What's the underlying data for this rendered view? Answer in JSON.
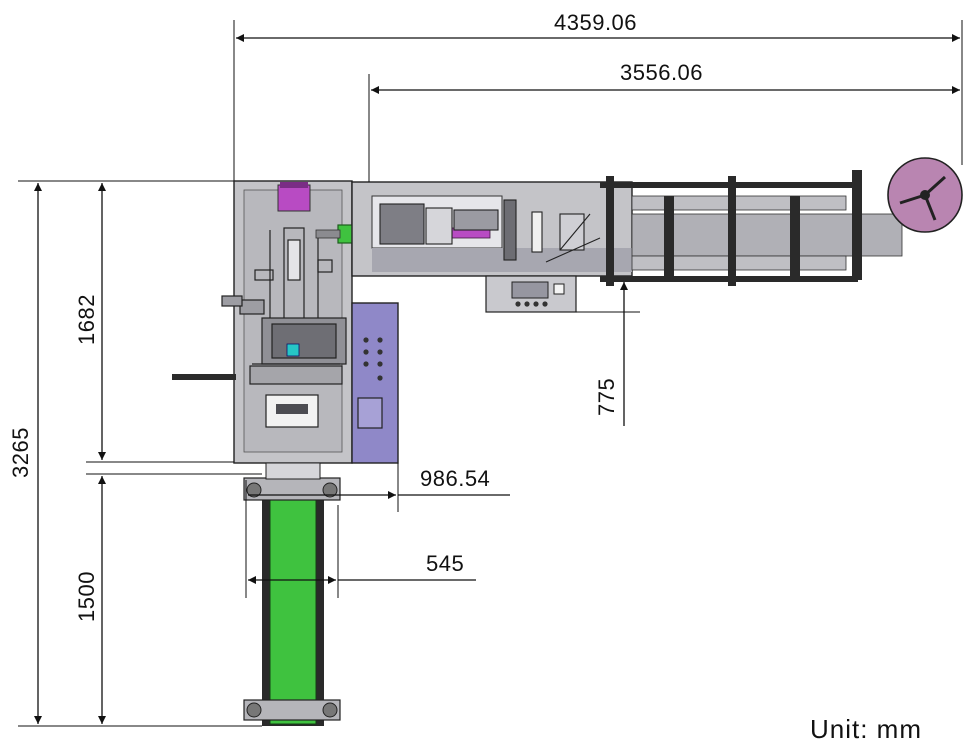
{
  "dimensions": {
    "overall_width": "4359.06",
    "conveyor_width": "3556.06",
    "overall_height": "3265",
    "upper_height": "1682",
    "lower_height": "1500",
    "panel_offset": "775",
    "cabinet_depth": "986.54",
    "belt_width": "545"
  },
  "unit_label": "Unit: mm",
  "colors": {
    "frame_gray": "#c4c4c8",
    "cabinet_purple": "#8f88c8",
    "belt_green": "#3fc23f",
    "reel_purple": "#b985b1",
    "magenta": "#b84bc3",
    "teal": "#26c6c6",
    "dark": "#1a1a1a"
  }
}
